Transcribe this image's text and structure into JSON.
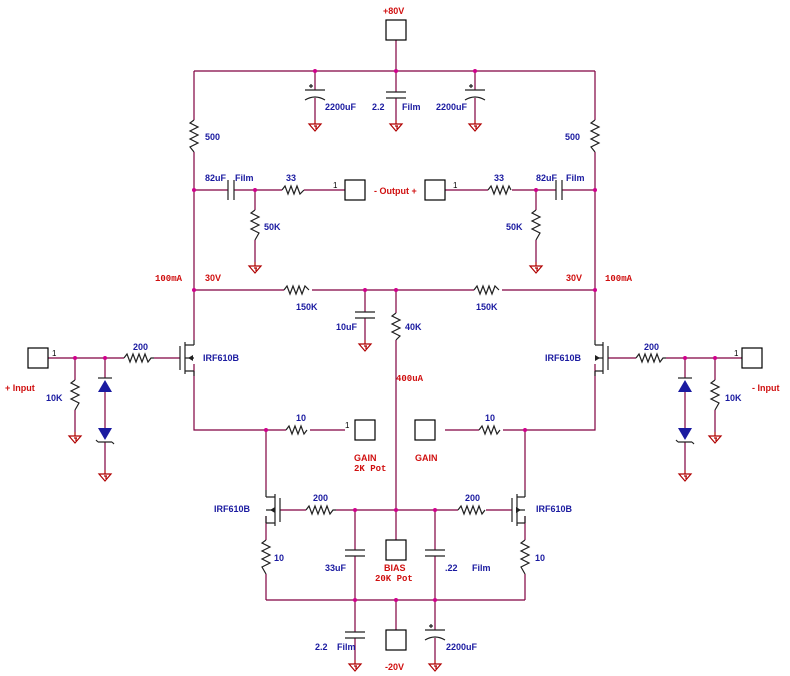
{
  "rails": {
    "pos": "+80V",
    "neg": "-20V"
  },
  "terminals": {
    "out_left": "- Output +",
    "in_left": "+ Input",
    "in_right": "- Input",
    "gain_left": "GAIN",
    "gain_right": "GAIN",
    "gain_left_sub": "2K Pot",
    "bias": "BIAS",
    "bias_sub": "20K Pot",
    "pin": "1"
  },
  "components": {
    "c_top_left": "2200uF",
    "c_top_mid": "2.2",
    "c_top_mid_film": "Film",
    "c_top_right": "2200uF",
    "r_top_left": "500",
    "r_top_right": "500",
    "c_couple_left": "82uF",
    "c_couple_left_film": "Film",
    "c_couple_right": "82uF",
    "c_couple_right_film": "Film",
    "r_out_left": "33",
    "r_out_right": "33",
    "r_gnd_left": "50K",
    "r_gnd_right": "50K",
    "current_left": "100mA",
    "current_right": "100mA",
    "v_left": "30V",
    "v_right": "30V",
    "r_fb_left": "150K",
    "r_fb_right": "150K",
    "c_mid": "10uF",
    "r_mid": "40K",
    "current_mid": "400uA",
    "r_gate_left": "200",
    "r_gate_right": "200",
    "q_left": "IRF610B",
    "q_right": "IRF610B",
    "r_in_left": "10K",
    "r_in_right": "10K",
    "r_gain_left": "10",
    "r_gain_right": "10",
    "q_low_left": "IRF610B",
    "q_low_right": "IRF610B",
    "r_low_gate_left": "200",
    "r_low_gate_right": "200",
    "r_src_left": "10",
    "r_src_right": "10",
    "c_low_left": "33uF",
    "c_low_right": ".22",
    "c_low_right_film": "Film",
    "c_bot_left": "2.2",
    "c_bot_left_film": "Film",
    "c_bot_right": "2200uF"
  }
}
